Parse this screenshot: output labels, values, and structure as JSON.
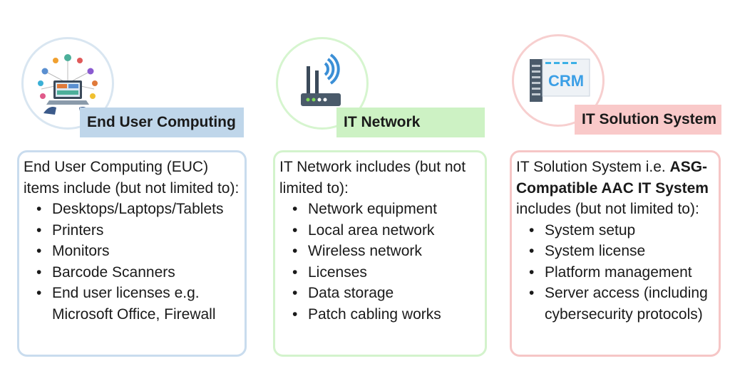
{
  "columns": [
    {
      "title": "End User Computing",
      "intro": "End User Computing (EUC) items include (but not limited to):",
      "items": [
        "Desktops/Laptops/Tablets",
        "Printers",
        "Monitors",
        "Barcode Scanners",
        "End user licenses e.g. Microsoft Office, Firewall"
      ],
      "color": "#bfd6ea",
      "icon": "laptop-network-icon"
    },
    {
      "title": "IT Network",
      "intro": "IT Network includes (but not limited to):",
      "items": [
        "Network equipment",
        "Local area network",
        "Wireless network",
        "Licenses",
        "Data storage",
        "Patch cabling works"
      ],
      "color": "#cdf2c4",
      "icon": "wifi-router-icon"
    },
    {
      "title": "IT Solution System",
      "intro_pre": "IT Solution System i.e. ",
      "intro_bold": "ASG-Compatible AAC IT System",
      "intro_post": " includes (but not limited to):",
      "items": [
        "System setup",
        "System license",
        "Platform management",
        "Server access (including cybersecurity protocols)"
      ],
      "color": "#f9c9c9",
      "icon": "crm-icon",
      "icon_label": "CRM"
    }
  ]
}
